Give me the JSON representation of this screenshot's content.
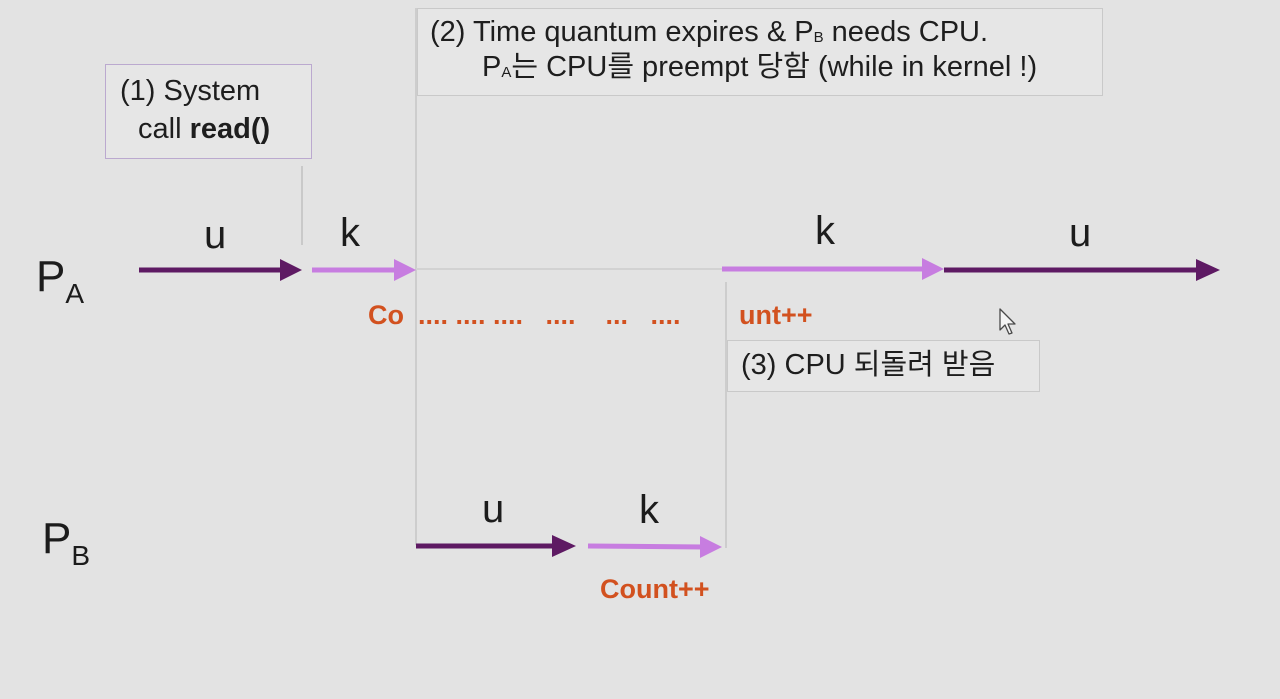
{
  "processes": {
    "pa": {
      "name": "P",
      "sub": "A"
    },
    "pb": {
      "name": "P",
      "sub": "B"
    }
  },
  "callouts": {
    "c1": {
      "prefix": "(1) System",
      "line2_prefix": "call",
      "line2_bold": "read()"
    },
    "c2": {
      "line1_pre": "(2) Time quantum expires & P",
      "line1_sub": "B",
      "line1_post": " needs CPU.",
      "line2_pre": "P",
      "line2_sub": "A",
      "line2_post": "는 CPU를 preempt 당함 (while in kernel !)"
    },
    "c3": {
      "text": "(3) CPU 되돌려 받음"
    }
  },
  "segments": {
    "pa_u1": "u",
    "pa_k1": "k",
    "pa_k2": "k",
    "pa_u2": "u",
    "pb_u": "u",
    "pb_k": "k"
  },
  "count": {
    "start": "Co",
    "dots": ".... .... ....   ....    ...   ....",
    "end": "unt++",
    "pb": "Count++"
  },
  "colors": {
    "user_arrow": "#5e1a63",
    "kernel_arrow": "#c77de0",
    "count_text": "#d2511f",
    "background": "#e3e3e3"
  },
  "icons": {
    "cursor": "mouse-pointer-icon"
  }
}
